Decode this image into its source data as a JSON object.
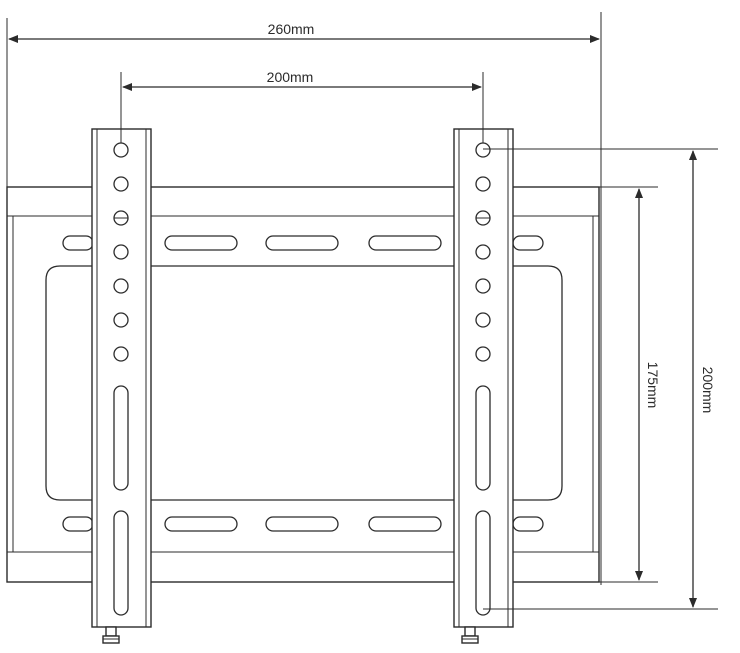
{
  "dimensions": {
    "outer_width_label": "260mm",
    "hole_spacing_label": "200mm",
    "inner_height_label": "175mm",
    "outer_height_label": "200mm"
  },
  "colors": {
    "line": "#2b2b2b",
    "background": "#ffffff"
  }
}
